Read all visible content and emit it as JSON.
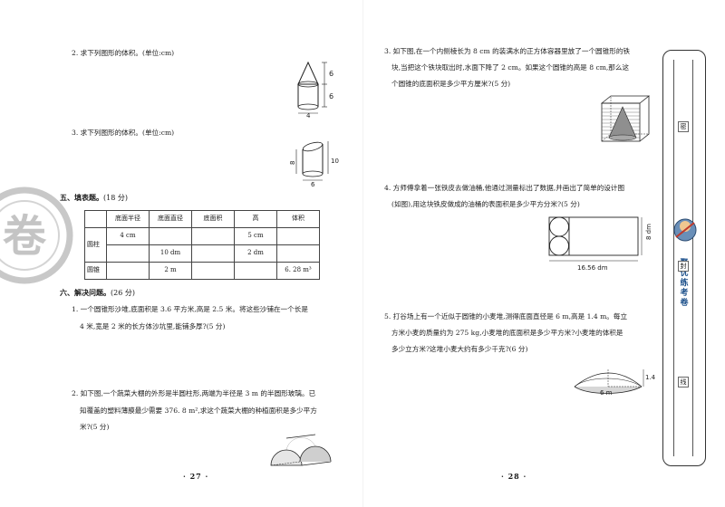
{
  "left": {
    "q2": "2. 求下列图形的体积。(单位:cm)",
    "q3": "3. 求下列图形的体积。(单位:cm)",
    "fig1": {
      "h1": "6",
      "h2": "6",
      "w": "4"
    },
    "fig2": {
      "h1": "8",
      "h2": "10",
      "w": "6"
    },
    "section5": {
      "title": "五、填表题。",
      "score": "(18 分)"
    },
    "table": {
      "headers": [
        "",
        "底面半径",
        "底面直径",
        "底面积",
        "高",
        "体积"
      ],
      "rows": [
        [
          "",
          "4 cm",
          "",
          "",
          "5 cm",
          ""
        ],
        [
          "圆柱",
          "",
          "",
          "",
          "",
          ""
        ],
        [
          "",
          "",
          "10 dm",
          "",
          "2 dm",
          ""
        ],
        [
          "圆锥",
          "",
          "2 m",
          "",
          "",
          "6. 28 m³"
        ]
      ]
    },
    "section6": {
      "title": "六、解决问题。",
      "score": "(26 分)"
    },
    "p1_line1": "1. 一个圆锥形沙堆,底面积是 3.6 平方米,高是 2.5 米。将这些沙铺在一个长是",
    "p1_line2": "4 米,宽是 2 米的长方体沙坑里,能铺多厚?(5 分)",
    "p2_line1": "2. 如下图,一个蔬菜大棚的外形是半圆柱形,两端为半径是 3 m 的半圆形玻璃。已",
    "p2_line2": "知覆盖的塑料薄膜最少需要 376. 8 m²,求这个蔬菜大棚的种植面积是多少平方",
    "p2_line3": "米?(5 分)",
    "page_no": "· 27 ·"
  },
  "right": {
    "p3_line1": "3. 如下图,在一个内侧棱长为 8 cm 的装满水的正方体容器里放了一个圆锥形的铁",
    "p3_line2": "块,当把这个铁块取出时,水面下降了 2 cm。如果这个圆锥的高是 8 cm,那么这",
    "p3_line3": "个圆锥的底面积是多少平方厘米?(5 分)",
    "p4_line1": "4. 方师傅拿着一张铁皮去做油桶,他通过测量标出了数据,并画出了简单的设计图",
    "p4_line2": "(如图),用这块铁皮做成的油桶的表面积是多少平方分米?(5 分)",
    "fig4": {
      "h": "8 dm",
      "w": "16.56 dm"
    },
    "p5_line1": "5. 打谷场上有一个近似于圆锥的小麦堆,测得底面直径是 6 m,高是 1.4 m。每立",
    "p5_line2": "方米小麦的质量约为 275 kg,小麦堆的底面积是多少平方米?小麦堆的体积是",
    "p5_line3": "多少立方米?这堆小麦大约有多少千克?(6 分)",
    "fig5": {
      "h": "1.4 m",
      "d": "6 m"
    },
    "page_no": "· 28 ·"
  },
  "sidebar": {
    "labels": [
      "密",
      "封",
      "线"
    ],
    "brand": "聚优练考卷"
  },
  "stamp": {
    "text": "卷"
  }
}
